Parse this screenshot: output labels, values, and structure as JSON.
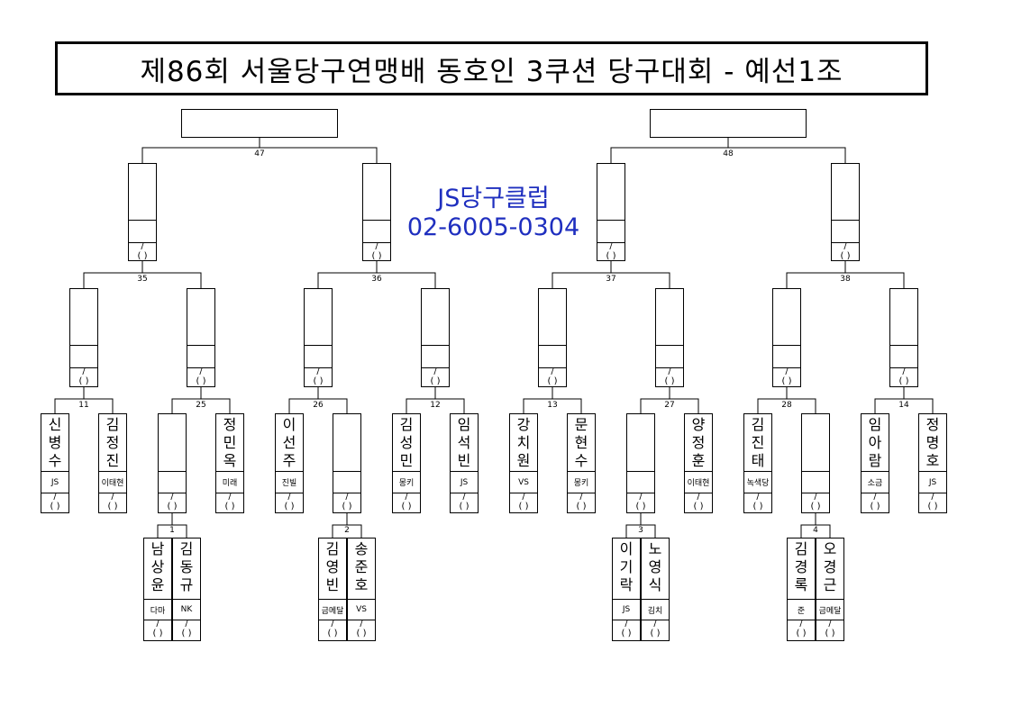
{
  "title": "제86회 서울당구연맹배 동호인 3쿠션 당구대회 - 예선1조",
  "watermark": {
    "line1": "JS당구클럽",
    "line2": "02-6005-0304"
  },
  "score_mark": "/",
  "score_paren": "( )",
  "colors": {
    "accent": "#1f2fbf",
    "line": "#000000"
  },
  "match_numbers": {
    "m1": "1",
    "m2": "2",
    "m3": "3",
    "m4": "4",
    "m11": "11",
    "m12": "12",
    "m13": "13",
    "m14": "14",
    "m25": "25",
    "m26": "26",
    "m27": "27",
    "m28": "28",
    "m35": "35",
    "m36": "36",
    "m37": "37",
    "m38": "38",
    "m47": "47",
    "m48": "48"
  },
  "players": {
    "p1": {
      "name": [
        "신",
        "병",
        "수"
      ],
      "club": "JS"
    },
    "p2": {
      "name": [
        "김",
        "정",
        "진"
      ],
      "club": "이태현"
    },
    "p3": {
      "name": [],
      "club": ""
    },
    "p4": {
      "name": [
        "정",
        "민",
        "옥"
      ],
      "club": "미래"
    },
    "p5": {
      "name": [
        "이",
        "선",
        "주"
      ],
      "club": "진빌"
    },
    "p6": {
      "name": [],
      "club": ""
    },
    "p7": {
      "name": [
        "김",
        "성",
        "민"
      ],
      "club": "몽키"
    },
    "p8": {
      "name": [
        "임",
        "석",
        "빈"
      ],
      "club": "JS"
    },
    "p9": {
      "name": [
        "강",
        "치",
        "원"
      ],
      "club": "VS"
    },
    "p10": {
      "name": [
        "문",
        "현",
        "수"
      ],
      "club": "몽키"
    },
    "p11": {
      "name": [],
      "club": ""
    },
    "p12": {
      "name": [
        "양",
        "정",
        "훈"
      ],
      "club": "이태현"
    },
    "p13": {
      "name": [
        "김",
        "진",
        "태"
      ],
      "club": "녹색당"
    },
    "p14": {
      "name": [],
      "club": ""
    },
    "p15": {
      "name": [
        "임",
        "아",
        "람"
      ],
      "club": "소금"
    },
    "p16": {
      "name": [
        "정",
        "명",
        "호"
      ],
      "club": "JS"
    },
    "q1": {
      "name": [
        "남",
        "상",
        "윤"
      ],
      "club": "다마"
    },
    "q2": {
      "name": [
        "김",
        "동",
        "규"
      ],
      "club": "NK"
    },
    "q3": {
      "name": [
        "김",
        "영",
        "빈"
      ],
      "club": "금메달"
    },
    "q4": {
      "name": [
        "송",
        "준",
        "호"
      ],
      "club": "VS"
    },
    "q5": {
      "name": [
        "이",
        "기",
        "락"
      ],
      "club": "JS"
    },
    "q6": {
      "name": [
        "노",
        "영",
        "식"
      ],
      "club": "김치"
    },
    "q7": {
      "name": [
        "김",
        "경",
        "록"
      ],
      "club": "준"
    },
    "q8": {
      "name": [
        "오",
        "경",
        "근"
      ],
      "club": "금메달"
    }
  }
}
